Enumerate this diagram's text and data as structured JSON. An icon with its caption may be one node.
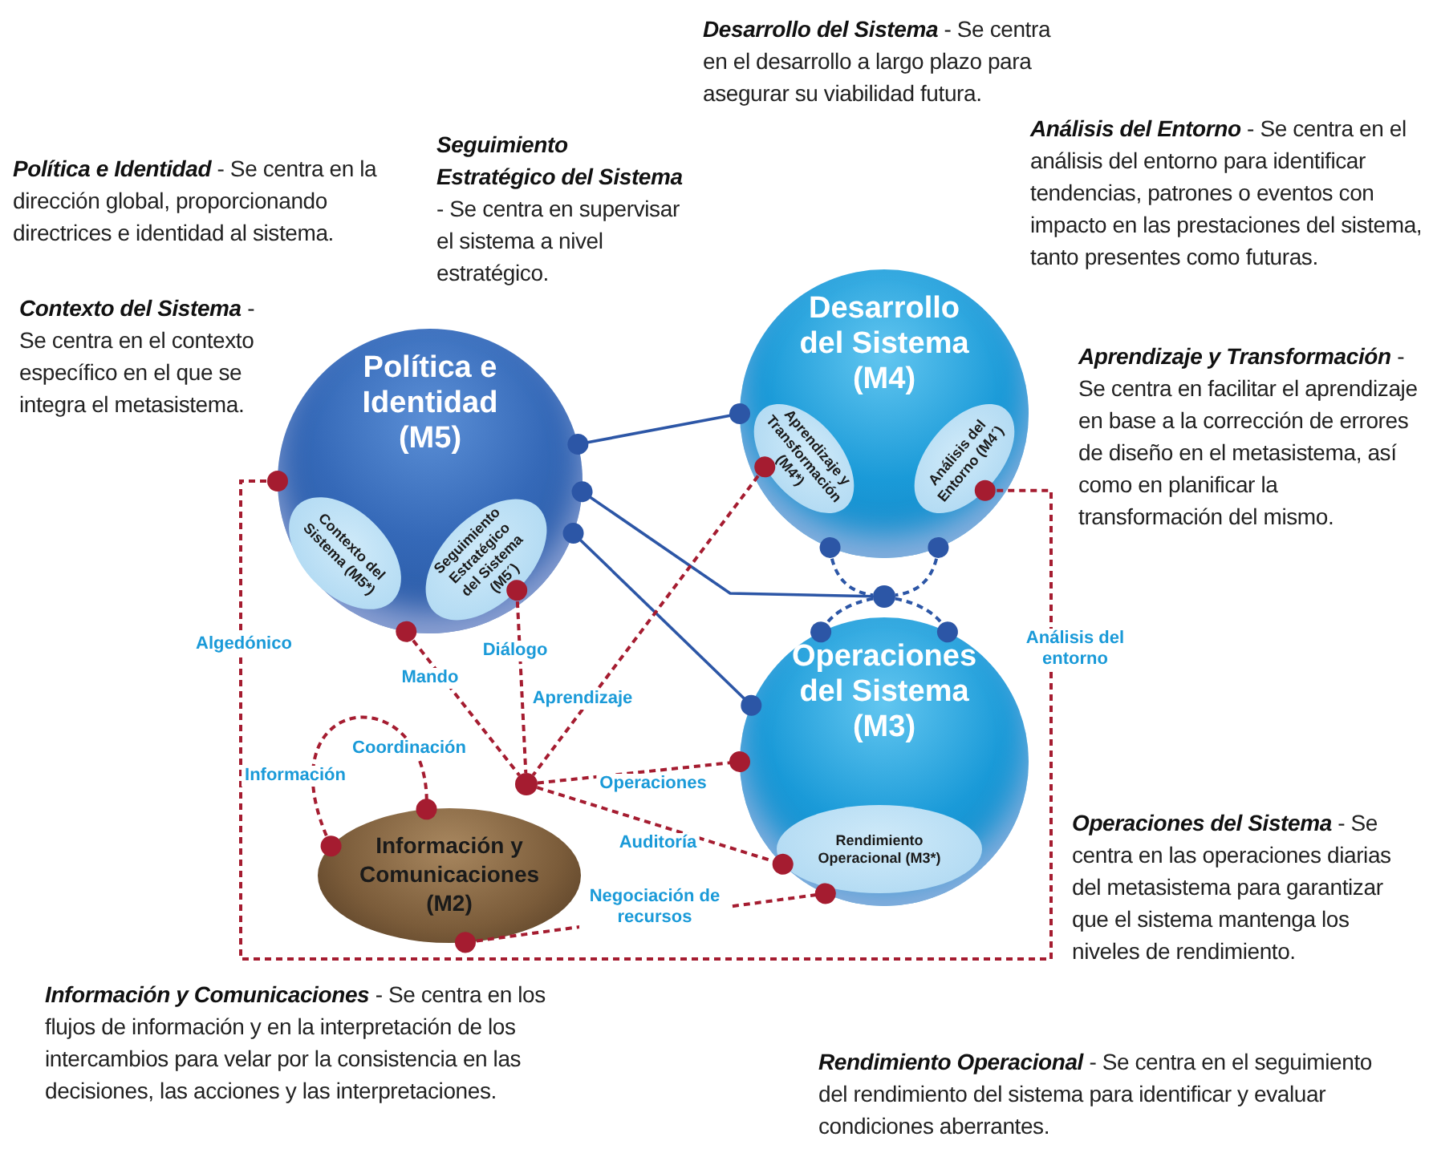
{
  "diagram": {
    "nodes": [
      {
        "text": [
          "Política e Identidad (M5)"
        ]
      },
      {
        "text": [
          "Contexto del Sistema (M5*)"
        ],
        "in": 0
      },
      {
        "text": [
          "Seguimiento Estratégico del Sistema (M5´)"
        ],
        "in": 0
      },
      {
        "text": [
          "Desarrollo del Sistema (M4)"
        ]
      },
      {
        "text": [
          "Aprendizaje y Transformación (M4*)"
        ],
        "in": 3
      },
      {
        "text": [
          "Análisis del Entorno (M4´)"
        ],
        "in": 3
      },
      {
        "text": [
          "Operaciones del Sistema (M3)"
        ]
      },
      {
        "text": [
          "Rendimiento Operacional (M3*)"
        ],
        "in": 6
      },
      {
        "text": [
          "Información y Comunicaciones (M2)"
        ]
      },
      {
        "text": [],
        "shape": "circle"
      },
      {
        "text": [],
        "shape": "circle"
      }
    ],
    "edges": [
      {
        "from": 0,
        "to": 3,
        "arrow": "other",
        "color": "#2c56a6"
      },
      {
        "from": 0,
        "to": 10,
        "arrow": "other",
        "color": "#2c56a6"
      },
      {
        "from": 0,
        "to": 6,
        "arrow": "other",
        "color": "#2c56a6"
      },
      {
        "from": 3,
        "to": 10,
        "arrow": "other",
        "style": "dashed",
        "color": "#2c56a6"
      },
      {
        "from": 3,
        "to": 10,
        "arrow": "other",
        "style": "dashed",
        "color": "#2c56a6"
      },
      {
        "from": 10,
        "to": 6,
        "arrow": "other",
        "style": "dashed",
        "color": "#2c56a6"
      },
      {
        "from": 10,
        "to": 6,
        "arrow": "other",
        "style": "dashed",
        "color": "#2c56a6"
      },
      {
        "from": 0,
        "to": 5,
        "arrow": "other",
        "style": "dashed",
        "label": "Algedónico"
      },
      {
        "from": 0,
        "to": 9,
        "arrow": "other",
        "style": "dashed",
        "label": "Mando"
      },
      {
        "from": 2,
        "to": 9,
        "arrow": "other",
        "style": "dashed",
        "label": "Diálogo"
      },
      {
        "from": 4,
        "to": 9,
        "arrow": "other",
        "style": "dashed",
        "label": "Aprendizaje"
      },
      {
        "from": 9,
        "to": 6,
        "arrow": "other",
        "style": "dashed",
        "label": "Operaciones"
      },
      {
        "from": 9,
        "to": 7,
        "arrow": "other",
        "style": "dashed",
        "label": "Auditoría"
      },
      {
        "from": 8,
        "to": 6,
        "arrow": "other",
        "style": "dashed",
        "label": "Negociación de recursos"
      },
      {
        "from": 8,
        "to": 8,
        "arrow": "other",
        "style": "dashed",
        "label": "Información"
      }
    ],
    "labels": [
      "**Desarrollo del Sistema** - Se centra en el desarrollo a largo plazo para asegurar su viabilidad futura.",
      "**Política e Identidad** - Se centra en la dirección global, proporcionando directrices e identidad al sistema.",
      "**Seguimiento Estratégico del Sistema** - Se centra en supervisar el sistema a nivel estratégico.",
      "**Análisis del Entorno** - Se centra en el análisis del entorno para identificar tendencias, patrones o eventos con impacto en las prestaciones del sistema, tanto presentes como futuras.",
      "**Contexto del Sistema** - Se centra en el contexto específico en el que se integra el metasistema.",
      "**Aprendizaje y Transformación** - Se centra en facilitar el aprendizaje en base a la corrección de errores de diseño en el metasistema, así como en planificar la transformación del mismo.",
      "Análisis del entorno",
      "Coordinación",
      "**Operaciones del Sistema** - Se centra en las operaciones diarias del metasistema para garantizar que el sistema mantenga los niveles de rendimiento.",
      "**Información y Comunicaciones** - Se centra en los flujos de información y en la interpretación de los intercambios para velar por la consistencia en las decisiones, las acciones y las interpretaciones.",
      "**Rendimiento Operacional** - Se centra en el seguimiento del rendimiento del sistema para identificar y evaluar condiciones aberrantes."
    ]
  }
}
